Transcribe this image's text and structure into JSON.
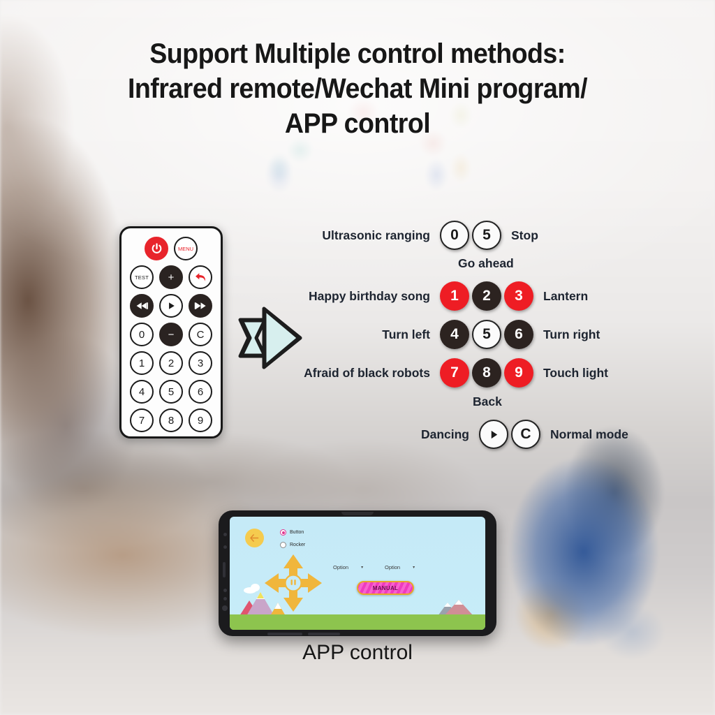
{
  "headline": {
    "line1": "Support Multiple control methods:",
    "line2": "Infrared remote/Wechat Mini program/",
    "line3": "APP control"
  },
  "remote": {
    "rows": [
      [
        {
          "label": "power",
          "style": "red",
          "icon": "power-icon"
        },
        {
          "label": "MENU",
          "style": "menu"
        }
      ],
      [
        {
          "label": "TEST",
          "style": "tiny"
        },
        {
          "label": "+",
          "style": "dark"
        },
        {
          "label": "back",
          "style": "white",
          "icon": "back-arrow-icon"
        }
      ],
      [
        {
          "label": "prev",
          "style": "dark",
          "icon": "previous-icon"
        },
        {
          "label": "play",
          "style": "white",
          "icon": "play-icon"
        },
        {
          "label": "next",
          "style": "dark",
          "icon": "next-icon"
        }
      ],
      [
        {
          "label": "0",
          "style": "white"
        },
        {
          "label": "−",
          "style": "dark"
        },
        {
          "label": "C",
          "style": "white"
        }
      ],
      [
        {
          "label": "1",
          "style": "white"
        },
        {
          "label": "2",
          "style": "white"
        },
        {
          "label": "3",
          "style": "white"
        }
      ],
      [
        {
          "label": "4",
          "style": "white"
        },
        {
          "label": "5",
          "style": "white"
        },
        {
          "label": "6",
          "style": "white"
        }
      ],
      [
        {
          "label": "7",
          "style": "white"
        },
        {
          "label": "8",
          "style": "white"
        },
        {
          "label": "9",
          "style": "white"
        }
      ]
    ]
  },
  "diagram": {
    "rows": [
      {
        "left_label": "Ultrasonic ranging",
        "keys": [
          {
            "key": "0",
            "style": "white"
          },
          {
            "key": "5",
            "style": "white"
          }
        ],
        "right_label": "Stop"
      },
      {
        "center_label": "Go ahead"
      },
      {
        "left_label": "Happy birthday song",
        "keys": [
          {
            "key": "1",
            "style": "red"
          },
          {
            "key": "2",
            "style": "dark"
          },
          {
            "key": "3",
            "style": "red"
          }
        ],
        "right_label": "Lantern"
      },
      {
        "left_label": "Turn left",
        "keys": [
          {
            "key": "4",
            "style": "dark"
          },
          {
            "key": "5",
            "style": "white"
          },
          {
            "key": "6",
            "style": "dark"
          }
        ],
        "right_label": "Turn right"
      },
      {
        "left_label": "Afraid of black robots",
        "keys": [
          {
            "key": "7",
            "style": "red"
          },
          {
            "key": "8",
            "style": "dark"
          },
          {
            "key": "9",
            "style": "red"
          }
        ],
        "right_label": "Touch light"
      },
      {
        "center_label": "Back"
      },
      {
        "left_label": "Dancing",
        "keys": [
          {
            "key": "▶",
            "style": "white"
          },
          {
            "key": "C",
            "style": "white"
          }
        ],
        "right_label": "Normal mode"
      }
    ]
  },
  "phone_app": {
    "back_icon": "back-arrow-icon",
    "radio_options": [
      {
        "label": "Button",
        "selected": true
      },
      {
        "label": "Rocker",
        "selected": false
      }
    ],
    "dropdowns": [
      {
        "label": "Option"
      },
      {
        "label": "Option"
      }
    ],
    "action_button": "MANUAL",
    "dpad": {
      "up": "arrow-up-icon",
      "down": "arrow-down-icon",
      "left": "arrow-left-icon",
      "right": "arrow-right-icon",
      "center": "pause-icon"
    }
  },
  "app_caption": "APP control",
  "colors": {
    "accent_red": "#ee1d24",
    "dark_key": "#2c2320",
    "label_text": "#1d2430",
    "app_sky": "#c7ecf8",
    "app_ground": "#8dc44e",
    "app_arrow": "#f0b63c",
    "app_pink": "#ef3bbe",
    "app_yellow": "#f5cb4e",
    "arrow_fill": "#cfeaea"
  }
}
